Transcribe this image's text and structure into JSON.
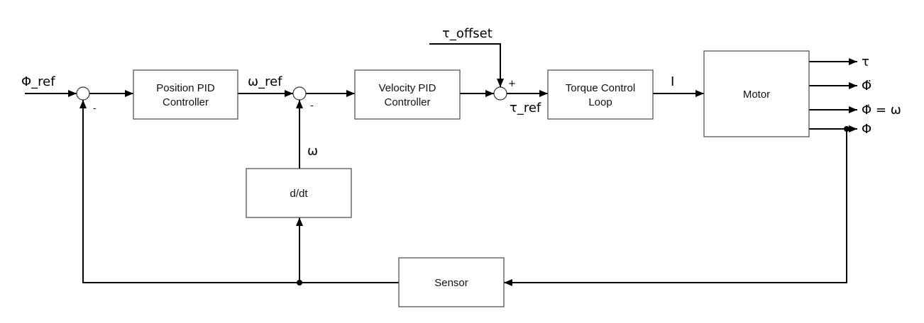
{
  "diagram": {
    "type": "control-block-diagram",
    "blocks": {
      "position_pid": {
        "line1": "Position PID",
        "line2": "Controller"
      },
      "velocity_pid": {
        "line1": "Velocity PID",
        "line2": "Controller"
      },
      "torque_loop": {
        "line1": "Torque Control",
        "line2": "Loop"
      },
      "motor": {
        "label": "Motor"
      },
      "derivative": {
        "label": "d/dt"
      },
      "sensor": {
        "label": "Sensor"
      }
    },
    "signals": {
      "phi_ref": "Φ_ref",
      "omega_ref": "ω_ref",
      "omega_fb": "ω",
      "tau_offset": "τ_offset",
      "tau_ref": "τ_ref",
      "current": "I"
    },
    "outputs": {
      "tau": "τ",
      "phi_ddot": "Φ̈",
      "phi_dot_eq": "Φ̇ = ω",
      "phi": "Φ"
    },
    "junction_signs": {
      "sum1_minus": "-",
      "sum2_minus": "-",
      "sum3_plus": "+"
    }
  }
}
